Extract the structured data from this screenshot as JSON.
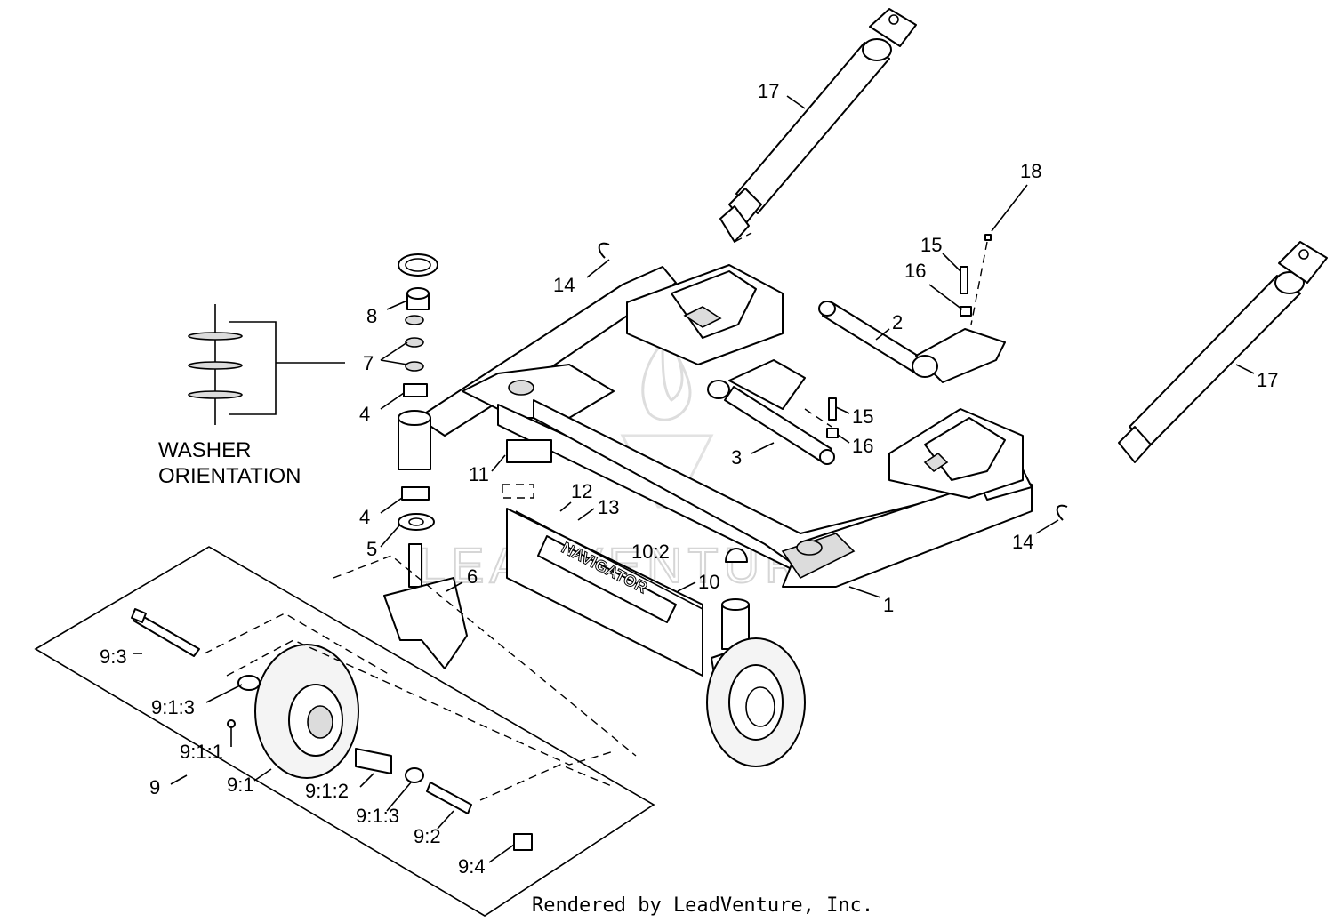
{
  "callouts": {
    "c1": "1",
    "c2": "2",
    "c3": "3",
    "c4a": "4",
    "c4b": "4",
    "c5": "5",
    "c6": "6",
    "c7": "7",
    "c8": "8",
    "c9": "9",
    "c9_1": "9:1",
    "c9_1_1": "9:1:1",
    "c9_1_2": "9:1:2",
    "c9_1_3a": "9:1:3",
    "c9_1_3b": "9:1:3",
    "c9_2": "9:2",
    "c9_3": "9:3",
    "c9_4": "9:4",
    "c10": "10",
    "c10_2": "10:2",
    "c11": "11",
    "c12": "12",
    "c13": "13",
    "c14a": "14",
    "c14b": "14",
    "c15a": "15",
    "c15b": "15",
    "c16a": "16",
    "c16b": "16",
    "c17a": "17",
    "c17b": "17",
    "c18": "18"
  },
  "washer_orientation": {
    "line1": "WASHER",
    "line2": "ORIENTATION"
  },
  "brand_plate": "NAVIGATOR",
  "watermark": "LEADVENTURE",
  "footer": "Rendered by LeadVenture, Inc."
}
